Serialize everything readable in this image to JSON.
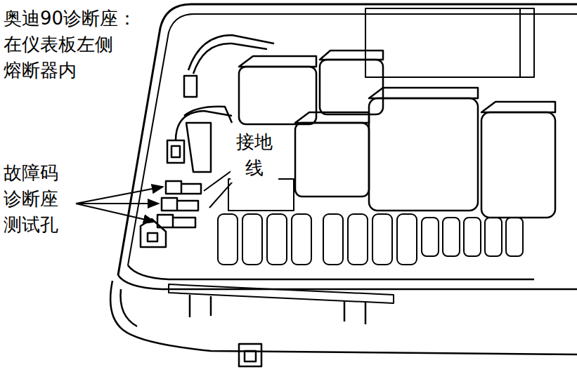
{
  "diagram": {
    "labels": [
      "奥迪90诊断座： 在仪表板左侧 熔断器内",
      "故障码 诊断座 测试孔",
      "接地线"
    ]
  }
}
